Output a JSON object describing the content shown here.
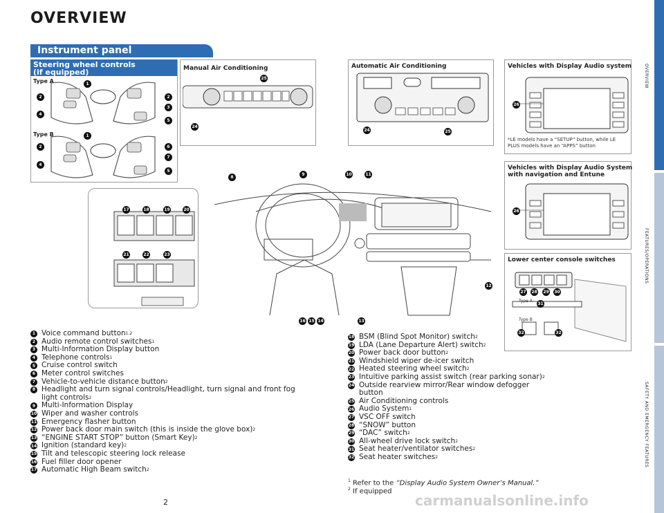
{
  "page_title": "OVERVIEW",
  "section_banner": "Instrument panel",
  "steering": {
    "heading_line1": "Steering wheel controls",
    "heading_line2": "(if equipped)",
    "type_a": "Type A",
    "type_b": "Type B"
  },
  "manual_ac_title": "Manual Air Conditioning",
  "auto_ac_title": "Automatic Air Conditioning",
  "display_audio_title": "Vehicles with Display Audio system",
  "display_audio_note_line1": "*LE models have a “SETUP” button, while LE",
  "display_audio_note_line2": "PLUS models have an “APPS” button",
  "nav_audio_title_line1": "Vehicles with Display Audio System",
  "nav_audio_title_line2": "with navigation and Entune",
  "console_title": "Lower center console switches",
  "console_type_a": "Type A",
  "console_type_b": "Type B",
  "side_tabs": [
    "OVERVIEW",
    "FEATURES/OPERATIONS",
    "SAFETY AND EMERGENCY FEATURES"
  ],
  "list_left": [
    {
      "n": "1",
      "text": "Voice command button",
      "sup": "1,2"
    },
    {
      "n": "2",
      "text": "Audio remote control switches",
      "sup": "1"
    },
    {
      "n": "3",
      "text": "Multi-Information Display button",
      "sup": ""
    },
    {
      "n": "4",
      "text": "Telephone controls",
      "sup": "1"
    },
    {
      "n": "5",
      "text": "Cruise control switch",
      "sup": ""
    },
    {
      "n": "6",
      "text": "Meter control switches",
      "sup": ""
    },
    {
      "n": "7",
      "text": "Vehicle-to-vehicle distance button",
      "sup": "2"
    },
    {
      "n": "8",
      "text": "Headlight and turn signal controls/Headlight, turn signal and front fog",
      "sup": ""
    },
    {
      "n": "",
      "text": "light controls",
      "sup": "2"
    },
    {
      "n": "9",
      "text": "Multi-Information Display",
      "sup": ""
    },
    {
      "n": "10",
      "text": "Wiper and washer controls",
      "sup": ""
    },
    {
      "n": "11",
      "text": "Emergency flasher button",
      "sup": ""
    },
    {
      "n": "12",
      "text": "Power back door main switch (this is inside the glove box)",
      "sup": "2"
    },
    {
      "n": "13",
      "text": "“ENGINE START STOP” button (Smart Key)",
      "sup": "2"
    },
    {
      "n": "14",
      "text": "Ignition (standard key)",
      "sup": "2"
    },
    {
      "n": "15",
      "text": "Tilt and telescopic steering lock release",
      "sup": ""
    },
    {
      "n": "16",
      "text": "Fuel filler door opener",
      "sup": ""
    },
    {
      "n": "17",
      "text": "Automatic High Beam switch",
      "sup": "2"
    }
  ],
  "list_right": [
    {
      "n": "18",
      "text": "BSM (Blind Spot Monitor) switch",
      "sup": "2"
    },
    {
      "n": "19",
      "text": "LDA (Lane Departure Alert) switch",
      "sup": "2"
    },
    {
      "n": "20",
      "text": "Power back door button",
      "sup": "2"
    },
    {
      "n": "21",
      "text": "Windshield wiper de-icer switch",
      "sup": ""
    },
    {
      "n": "22",
      "text": "Heated steering wheel switch",
      "sup": "2"
    },
    {
      "n": "23",
      "text": "Intuitive parking assist switch (rear parking sonar)",
      "sup": "2"
    },
    {
      "n": "24",
      "text": "Outside rearview mirror/Rear window defogger button",
      "sup": ""
    },
    {
      "n": "25",
      "text": "Air Conditioning controls",
      "sup": ""
    },
    {
      "n": "26",
      "text": "Audio System",
      "sup": "1"
    },
    {
      "n": "27",
      "text": "VSC OFF switch",
      "sup": ""
    },
    {
      "n": "28",
      "text": "“SNOW” button",
      "sup": ""
    },
    {
      "n": "29",
      "text": "“DAC” switch",
      "sup": "2"
    },
    {
      "n": "30",
      "text": "All-wheel drive lock switch",
      "sup": "2"
    },
    {
      "n": "31",
      "text": "Seat heater/ventilator switches",
      "sup": "2"
    },
    {
      "n": "32",
      "text": "Seat heater switches",
      "sup": "2"
    }
  ],
  "footnote1_prefix": "Refer to the ",
  "footnote1_ital": "“Display Audio System Owner’s Manual.”",
  "footnote2": "If equipped",
  "page_number": "2",
  "watermark": "carmanualsonline.info"
}
